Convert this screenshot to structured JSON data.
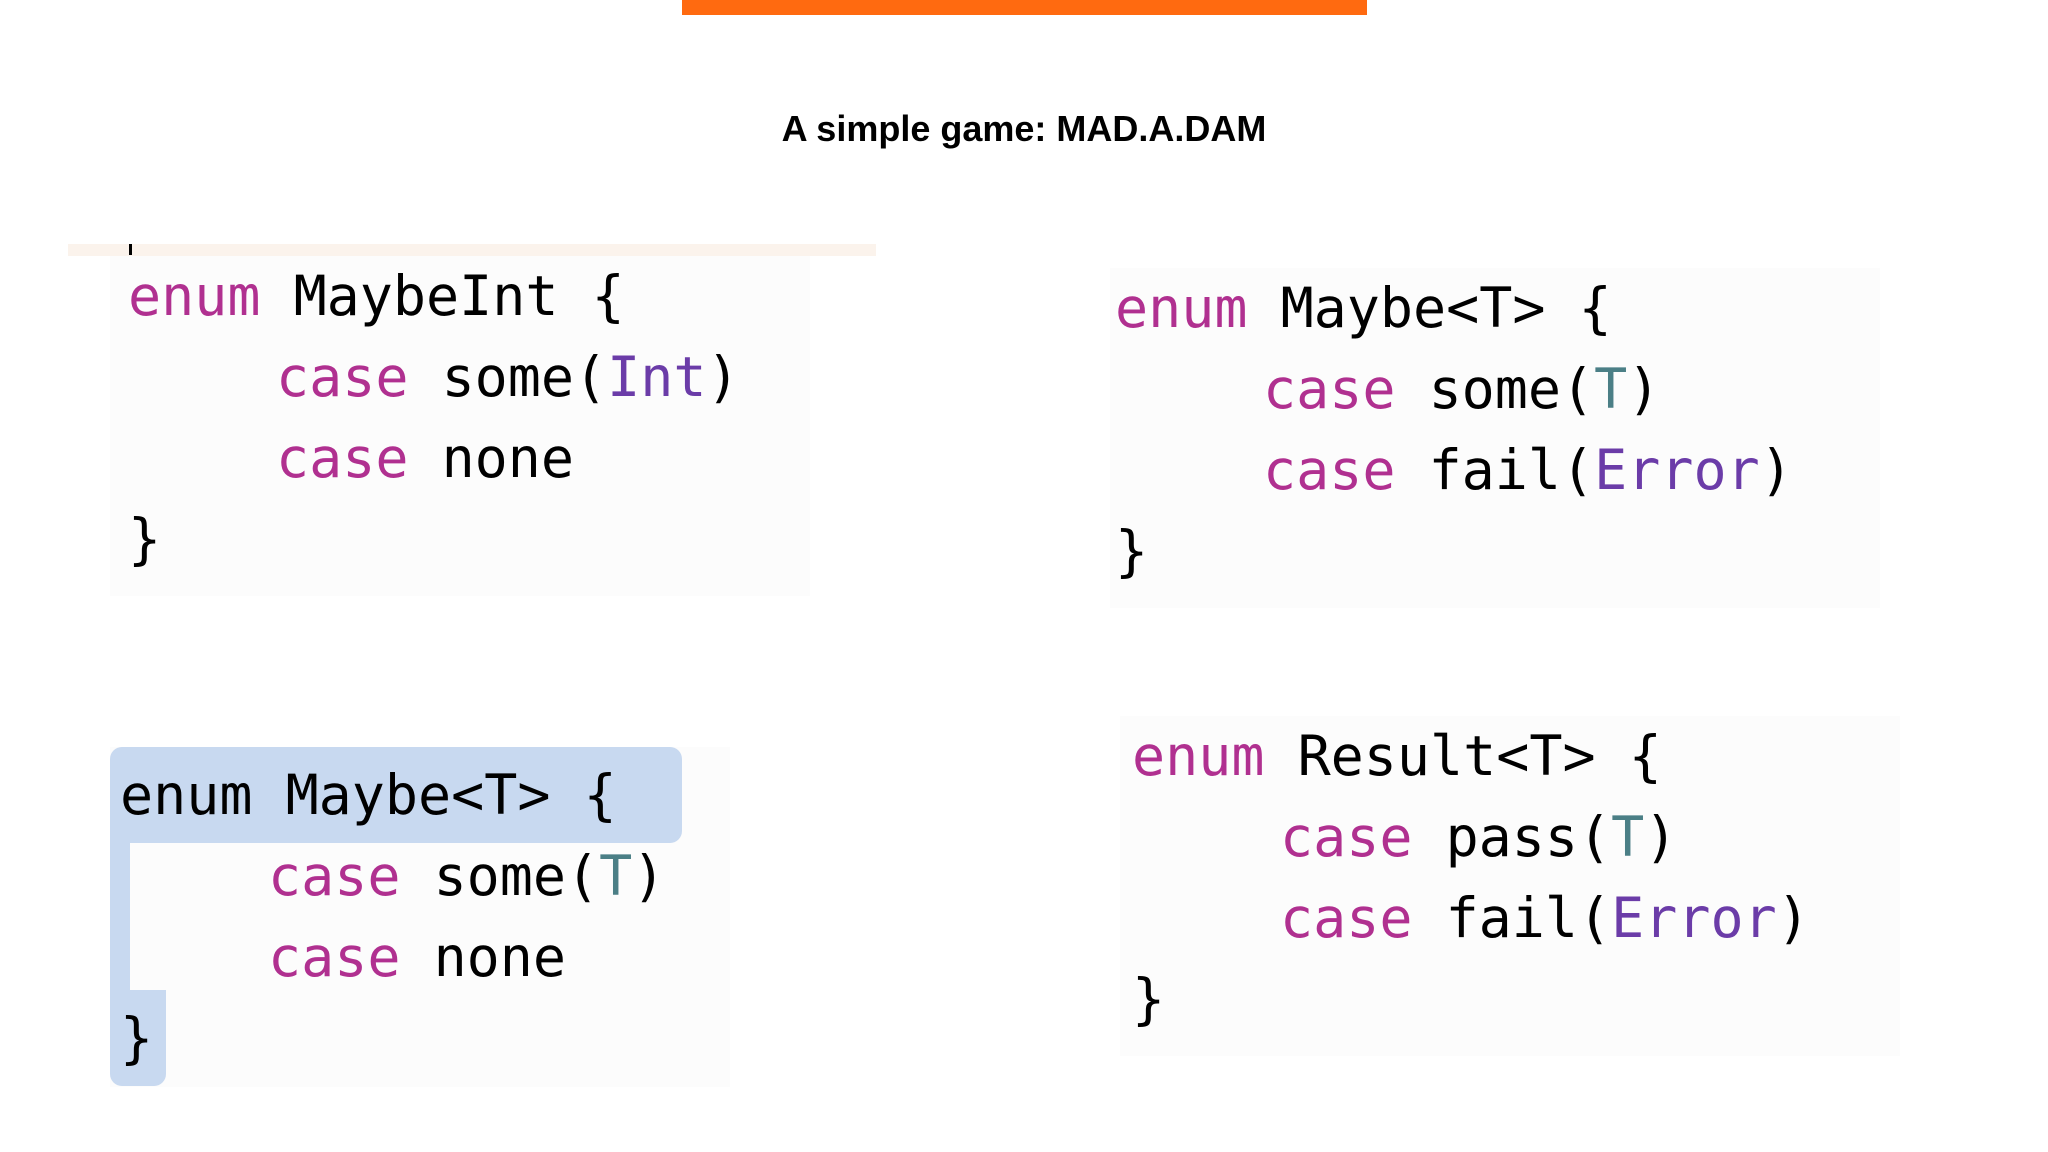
{
  "slide": {
    "title": "A simple game: MAD.A.DAM",
    "accent_color": "#ff6a10"
  },
  "code_blocks": {
    "maybe_int": {
      "l1_kw": "enum",
      "l1_rest": " MaybeInt {",
      "l2_kw": "case",
      "l2_name": " some(",
      "l2_type": "Int",
      "l2_close": ")",
      "l3_kw": "case",
      "l3_name": " none",
      "l4": "}"
    },
    "maybe_generic_highlighted": {
      "l1": "enum Maybe<T> {",
      "l2_kw": "case",
      "l2_name": " some(",
      "l2_type": "T",
      "l2_close": ")",
      "l3_kw": "case",
      "l3_name": " none",
      "l4": "}"
    },
    "maybe_fail": {
      "l1_kw": "enum",
      "l1_rest": " Maybe<T> {",
      "l2_kw": "case",
      "l2_name": " some(",
      "l2_type": "T",
      "l2_close": ")",
      "l3_kw": "case",
      "l3_name": " fail(",
      "l3_type": "Error",
      "l3_close": ")",
      "l4": "}"
    },
    "result": {
      "l1_kw": "enum",
      "l1_rest": " Result<T> {",
      "l2_kw": "case",
      "l2_name": " pass(",
      "l2_type": "T",
      "l2_close": ")",
      "l3_kw": "case",
      "l3_name": " fail(",
      "l3_type": "Error",
      "l3_close": ")",
      "l4": "}"
    }
  }
}
